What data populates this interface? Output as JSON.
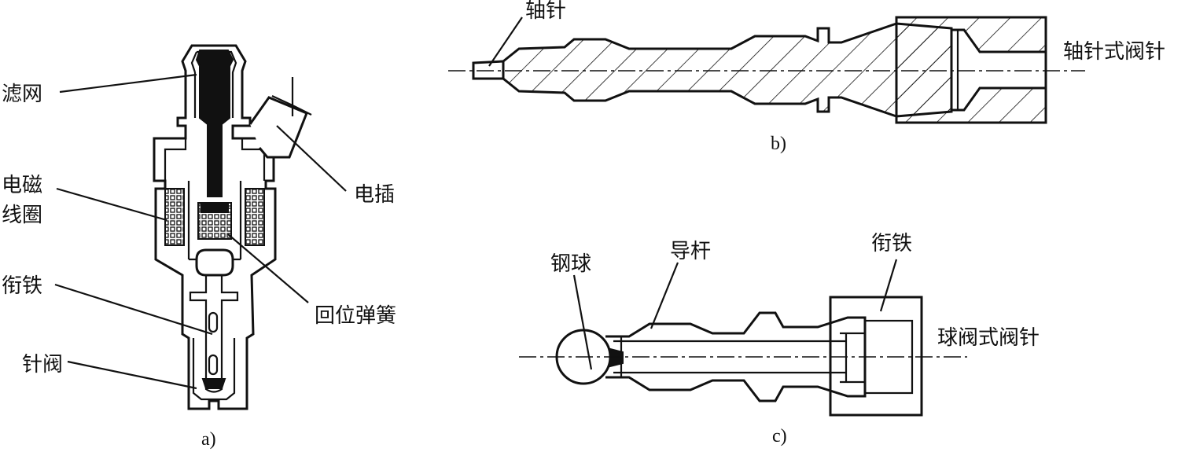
{
  "figure_a": {
    "labels": {
      "filter": "滤网",
      "coil": [
        "电磁",
        "线圈"
      ],
      "armature": "衔铁",
      "needle_valve": "针阀",
      "connector": "电插",
      "return_spring": "回位弹簧"
    },
    "caption": "a)"
  },
  "figure_b": {
    "labels": {
      "pintle": "轴针",
      "pintle_type_needle": "轴针式阀针"
    },
    "caption": "b)"
  },
  "figure_c": {
    "labels": {
      "steel_ball": "钢球",
      "guide_rod": "导杆",
      "armature": "衔铁",
      "ball_type_needle": "球阀式阀针"
    },
    "caption": "c)"
  }
}
